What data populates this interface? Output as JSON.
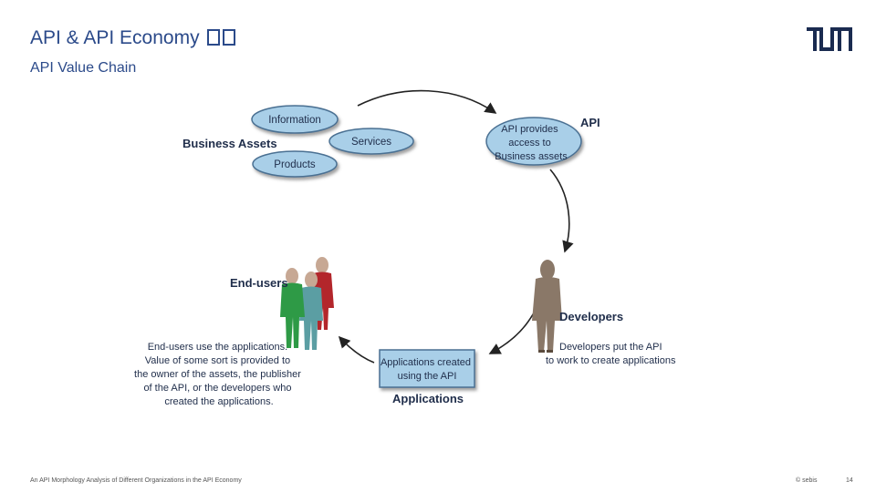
{
  "header": {
    "title": "API & API Economy",
    "title_glyphs": "��",
    "subtitle": "API Value Chain"
  },
  "logo": {
    "icon": "tum-logo-icon",
    "color": "#1a2b50"
  },
  "diagram": {
    "business_assets": {
      "label": "Business Assets",
      "items": [
        "Information",
        "Services",
        "Products"
      ]
    },
    "api": {
      "label": "API",
      "box_lines": [
        "API provides",
        "access to",
        "Business assets"
      ]
    },
    "developers": {
      "label": "Developers",
      "note_lines": [
        "Developers put the API",
        "to work to create applications"
      ]
    },
    "applications": {
      "label": "Applications",
      "box_lines": [
        "Applications created",
        "using the API"
      ]
    },
    "end_users": {
      "label": "End-users",
      "note_lines": [
        "End-users use the applications.",
        "Value of some sort is provided to",
        "the owner of the assets, the publisher",
        "of the API, or the developers who",
        "created the applications."
      ]
    },
    "colors": {
      "bubble_fill": "#a9cfe8",
      "bubble_stroke": "#4a6f92",
      "text": "#1f2d4a",
      "arrow": "#222222"
    }
  },
  "footer": {
    "source": "An API Morphology Analysis of Different Organizations in the API Economy",
    "copyright": "© sebis",
    "page": "14"
  }
}
